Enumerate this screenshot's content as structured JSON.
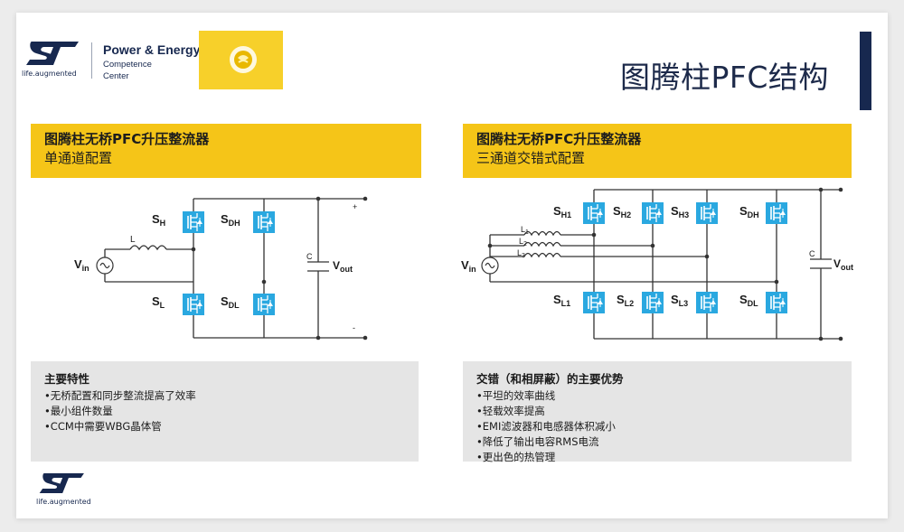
{
  "header": {
    "logo_text": "ST",
    "logo_tagline": "life.augmented",
    "center_name": "Power & Energy",
    "center_sub1": "Competence",
    "center_sub2": "Center",
    "title": "图腾柱PFC结构"
  },
  "colors": {
    "navy": "#17284f",
    "yellow": "#f5c518",
    "mosfet": "#2aa8e0",
    "gray_panel": "#e5e5e5"
  },
  "left_panel": {
    "title_line1": "图腾柱无桥PFC升压整流器",
    "title_line2": "单通道配置",
    "features_title": "主要特性",
    "features": [
      "•无桥配置和同步整流提高了效率",
      "•最小组件数量",
      "•CCM中需要WBG晶体管"
    ],
    "diagram": {
      "vin": "V",
      "vin_sub": "in",
      "inductor": "L",
      "cap": "C",
      "vout": "V",
      "vout_sub": "out",
      "plus": "+",
      "minus": "-",
      "switches": {
        "sh": {
          "main": "S",
          "sub": "H"
        },
        "sdh": {
          "main": "S",
          "sub": "DH"
        },
        "sl": {
          "main": "S",
          "sub": "L"
        },
        "sdl": {
          "main": "S",
          "sub": "DL"
        }
      }
    }
  },
  "right_panel": {
    "title_line1": "图腾柱无桥PFC升压整流器",
    "title_line2": "三通道交错式配置",
    "features_title": "交错（和相屏蔽）的主要优势",
    "features": [
      "•平坦的效率曲线",
      "•轻载效率提高",
      "•EMI滤波器和电感器体积减小",
      "•降低了输出电容RMS电流",
      "•更出色的热管理"
    ],
    "diagram": {
      "vin": "V",
      "vin_sub": "in",
      "inductors": [
        {
          "main": "L",
          "sub": "1"
        },
        {
          "main": "L",
          "sub": "2"
        },
        {
          "main": "L",
          "sub": "3"
        }
      ],
      "cap": "C",
      "vout": "V",
      "vout_sub": "out",
      "switches": {
        "sh1": {
          "main": "S",
          "sub": "H1"
        },
        "sh2": {
          "main": "S",
          "sub": "H2"
        },
        "sh3": {
          "main": "S",
          "sub": "H3"
        },
        "sdh": {
          "main": "S",
          "sub": "DH"
        },
        "sl1": {
          "main": "S",
          "sub": "L1"
        },
        "sl2": {
          "main": "S",
          "sub": "L2"
        },
        "sl3": {
          "main": "S",
          "sub": "L3"
        },
        "sdl": {
          "main": "S",
          "sub": "DL"
        }
      }
    }
  },
  "footer": {
    "logo_text": "ST",
    "logo_tagline": "life.augmented"
  }
}
